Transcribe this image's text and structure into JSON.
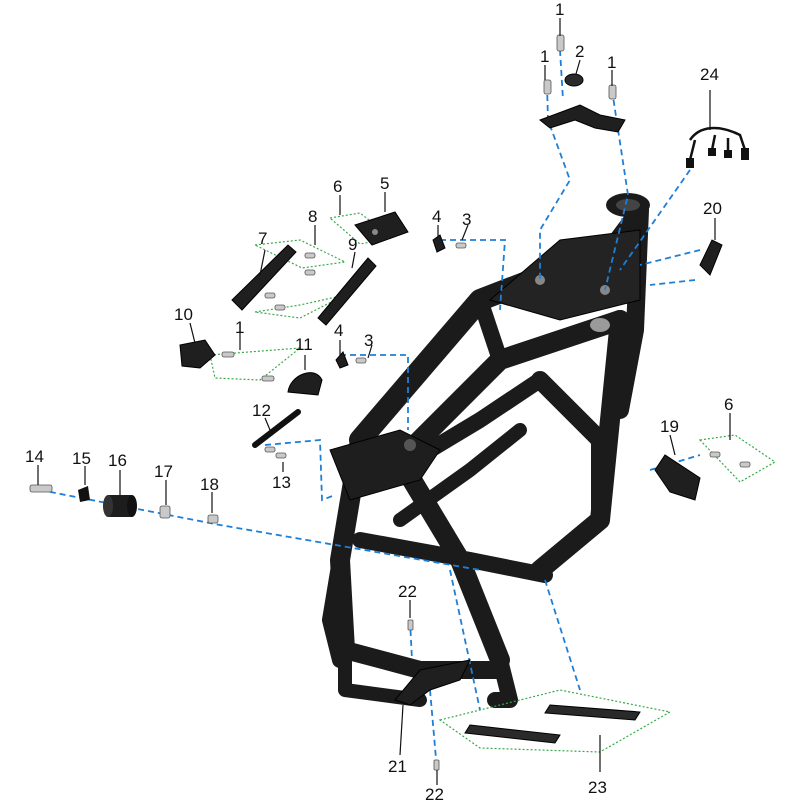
{
  "callouts": [
    {
      "id": "c1a",
      "text": "1"
    },
    {
      "id": "c2",
      "text": "2"
    },
    {
      "id": "c1b",
      "text": "1"
    },
    {
      "id": "c1c",
      "text": "1"
    },
    {
      "id": "c24",
      "text": "24"
    },
    {
      "id": "c6a",
      "text": "6"
    },
    {
      "id": "c5",
      "text": "5"
    },
    {
      "id": "c4a",
      "text": "4"
    },
    {
      "id": "c3a",
      "text": "3"
    },
    {
      "id": "c20",
      "text": "20"
    },
    {
      "id": "c7",
      "text": "7"
    },
    {
      "id": "c8",
      "text": "8"
    },
    {
      "id": "c9",
      "text": "9"
    },
    {
      "id": "c10",
      "text": "10"
    },
    {
      "id": "c1d",
      "text": "1"
    },
    {
      "id": "c11",
      "text": "11"
    },
    {
      "id": "c4b",
      "text": "4"
    },
    {
      "id": "c3b",
      "text": "3"
    },
    {
      "id": "c12",
      "text": "12"
    },
    {
      "id": "c13",
      "text": "13"
    },
    {
      "id": "c19",
      "text": "19"
    },
    {
      "id": "c6b",
      "text": "6"
    },
    {
      "id": "c14",
      "text": "14"
    },
    {
      "id": "c15",
      "text": "15"
    },
    {
      "id": "c16",
      "text": "16"
    },
    {
      "id": "c17",
      "text": "17"
    },
    {
      "id": "c18",
      "text": "18"
    },
    {
      "id": "c22a",
      "text": "22"
    },
    {
      "id": "c21",
      "text": "21"
    },
    {
      "id": "c23",
      "text": "23"
    },
    {
      "id": "c22b",
      "text": "22"
    }
  ],
  "colors": {
    "frame": "#1b1b1b",
    "assembly_line": "#1e7fd8",
    "group_box": "#3aa84a",
    "fastener": "#c9c9c9"
  }
}
